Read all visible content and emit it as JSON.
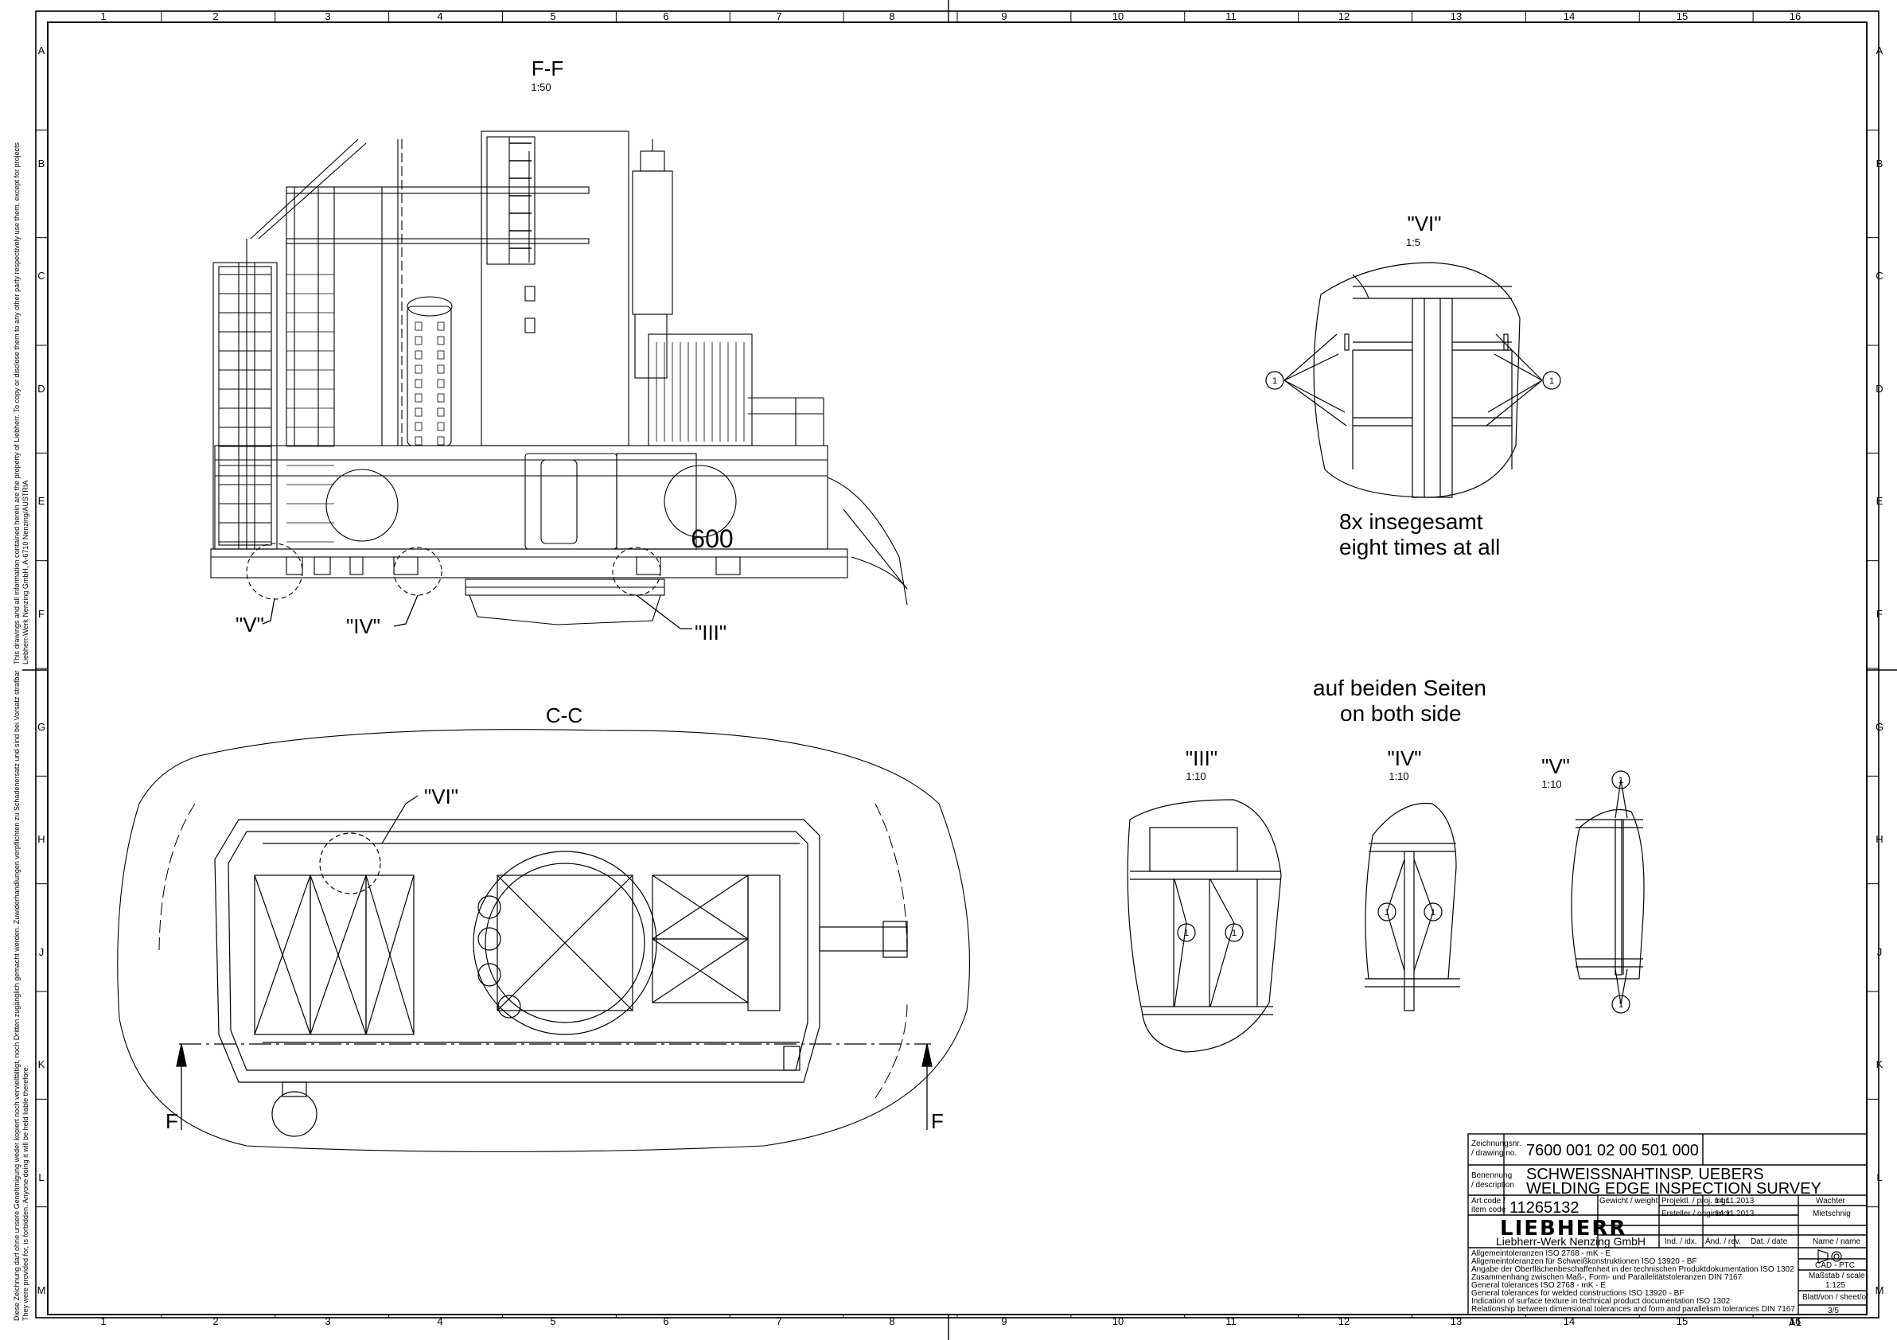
{
  "grid": {
    "columns": [
      "1",
      "2",
      "3",
      "4",
      "5",
      "6",
      "7",
      "8",
      "9",
      "10",
      "11",
      "12",
      "13",
      "14",
      "15",
      "16"
    ],
    "rows": [
      "A",
      "B",
      "C",
      "D",
      "E",
      "F",
      "G",
      "H",
      "J",
      "K",
      "L",
      "M"
    ]
  },
  "views": {
    "ff": {
      "title": "F-F",
      "scale": "1:50"
    },
    "cc": {
      "title": "C-C"
    },
    "vi": {
      "title": "\"VI\"",
      "scale": "1:5"
    },
    "iii": {
      "title": "\"III\"",
      "scale": "1:10"
    },
    "iv": {
      "title": "\"IV\"",
      "scale": "1:10"
    },
    "v": {
      "title": "\"V\"",
      "scale": "1:10"
    }
  },
  "callouts": {
    "v": "\"V\"",
    "iv": "\"IV\"",
    "iii": "\"III\"",
    "vi": "\"VI\"",
    "section_left": "F",
    "section_right": "F"
  },
  "notes": {
    "vi_line1": "8x insegesamt",
    "vi_line2": "eight times at all",
    "both_line1": "auf beiden Seiten",
    "both_line2": "on both side"
  },
  "bubble_label": "1",
  "deck_marking": "600",
  "side_text": {
    "right_lines": [
      "This drawings and all information contained herein are the property of Liebherr. To copy or disclose them to any other party respectively use them, except for projects",
      "Liebherr-Werk Nenzing GmbH, A-6710 Nenzing/AUSTRIA"
    ],
    "left_lines": [
      "Diese Zeichnung darf ohne unsere Genehmigung weder kopiert noch vervielfältigt, noch Dritten zugänglich gemacht werden. Zuwiderhandlungen verpflichten zu Schadenersatz und sind bei Vorsatz strafbar",
      "They were provided for, is forbidden. Anyone doing it will be held liable therefore."
    ]
  },
  "title_block": {
    "drawing_no_label_1": "Zeichnungsnr.",
    "drawing_no_label_2": "/ drawing no.",
    "drawing_no": "7600 001 02 00 501 000",
    "desc_label_1": "Benennung",
    "desc_label_2": "/ description",
    "desc_de": "SCHWEISSNAHTINSP. UEBERS",
    "desc_en": "WELDING EDGE INSPECTION SURVEY",
    "art_label_1": "Art.code /",
    "art_label_2": "item code",
    "art_code": "11265132",
    "weight_label": "Gewicht / weight",
    "proj_label": "Projektl. / proj. mgr.",
    "proj_date": "14.11.2013",
    "proj_name": "Wachter",
    "orig_label": "Ersteller / originator",
    "orig_date": "14.11.2013",
    "orig_name": "Mietschnig",
    "logo": "LIEBHERR",
    "company": "Liebherr-Werk Nenzing GmbH",
    "ind_label": "Ind. / idx.",
    "aend_label": "Änd. / rev.",
    "date_label": "Dat. / date",
    "name_label": "Name / name",
    "tolerances": [
      "Allgemeintoleranzen ISO 2768 - mK - E",
      "Allgemeintoleranzen für Schweißkonstruktionen ISO 13920 - BF",
      "Angabe der Oberflächenbeschaffenheit in der technischen Produktdokumentation ISO 1302",
      "Zusammenhang zwischen Maß-, Form- und Parallelitätstoleranzen DIN 7167",
      "General tolerances ISO 2768 - mK - E",
      "General tolerances for welded constructions ISO 13920 - BF",
      "Indication of surface texture in technical product documentation ISO 1302",
      "Relationship between dimensional tolerances and form and parallelism tolerances DIN 7167"
    ],
    "cad_label": "CAD - PTC",
    "scale_label": "Maßstab / scale",
    "scale": "1:125",
    "sheet_label": "Blatt/von / sheet/of",
    "sheet": "3/5",
    "format": "A1"
  }
}
